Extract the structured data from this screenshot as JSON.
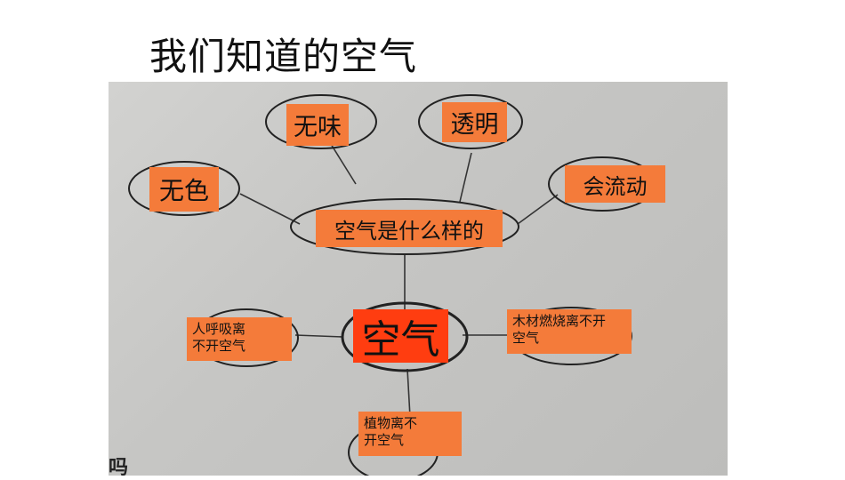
{
  "slide": {
    "title": "我们知道的空气"
  },
  "mindmap": {
    "center": "空气",
    "question": "空气是什么样的",
    "properties": {
      "odorless": "无味",
      "transparent": "透明",
      "colorless": "无色",
      "flows": "会流动"
    },
    "uses": {
      "breathing_line1": "人呼吸离",
      "breathing_line2": "不开空气",
      "wood_line1": "木材燃烧离不开",
      "wood_line2": "空气",
      "plants_line1": "植物离不",
      "plants_line2": "开空气"
    },
    "corner_fragment": "吗"
  },
  "colors": {
    "label_fill": "#f47b3a",
    "center_fill": "#ff3d10",
    "board": "#c8c8c6"
  }
}
